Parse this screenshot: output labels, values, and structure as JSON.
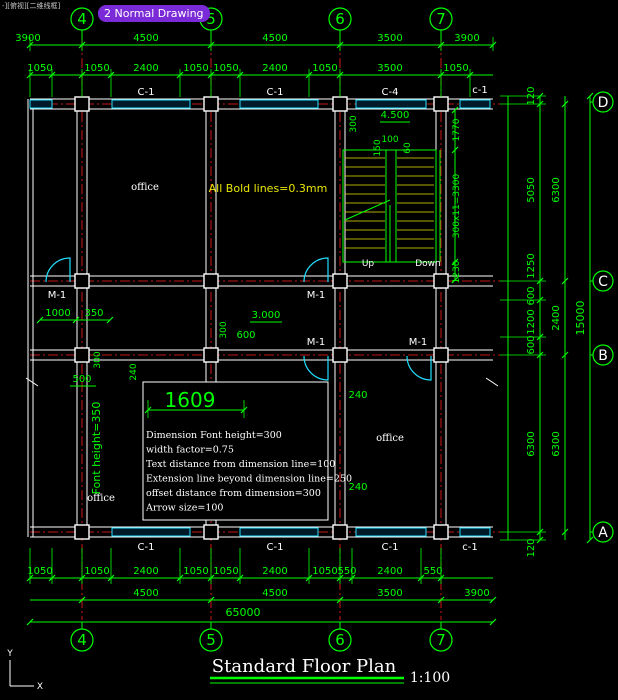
{
  "window": {
    "title": "-][俯视][二维线框]"
  },
  "tab": {
    "label": "2 Normal Drawing"
  },
  "colors": {
    "bg": "#000000",
    "green": "#00ff00",
    "yellow": "#e8e800",
    "white": "#ffffff",
    "red": "#ff2020",
    "cyan": "#20e0ff",
    "tab": "#7a2ad6"
  },
  "grid_axes": {
    "columns": [
      "4",
      "5",
      "6",
      "7"
    ],
    "rows": [
      "D",
      "C",
      "B",
      "A"
    ]
  },
  "dims": {
    "top_overall": [
      "3900",
      "4500",
      "4500",
      "3500",
      "3900"
    ],
    "top_detail": [
      "1050",
      "1050",
      "2400",
      "1050",
      "1050",
      "2400",
      "1050",
      "3500",
      "1050"
    ],
    "bottom_detail": [
      "1050",
      "1050",
      "2400",
      "1050",
      "1050",
      "2400",
      "1050",
      "550",
      "2400",
      "550"
    ],
    "bottom_overall": [
      "4500",
      "4500",
      "3500",
      "3900"
    ],
    "total": "65000",
    "right_outer": [
      "120",
      "5050",
      "1250",
      "600",
      "1200",
      "600",
      "6300",
      "120"
    ],
    "right_mid": [
      "6300",
      "2400",
      "6300"
    ],
    "right_total": "15000",
    "stair": [
      "1770",
      "300x11=3300",
      "1230"
    ],
    "misc": [
      "4.500",
      "300",
      "100",
      "150",
      "60",
      "1000",
      "350",
      "300",
      "600",
      "3.000",
      "500",
      "240",
      "240",
      "240",
      "300"
    ]
  },
  "labels": {
    "windows": [
      "C-1",
      "C-1",
      "C-4",
      "c-1",
      "C-1",
      "C-1",
      "C-1",
      "c-1"
    ],
    "doors": [
      "M-1",
      "M-1",
      "M-1",
      "M-1"
    ],
    "rooms": [
      "office",
      "office",
      "office"
    ],
    "bold_note": "All Bold lines=0.3mm",
    "stair_up": "Up",
    "stair_down": "Down",
    "font_height": "Font height=350"
  },
  "note_box": {
    "sample_dim": "1609",
    "lines": [
      "Dimension Font height=300",
      "width factor=0.75",
      "Text distance from dimension line=100",
      "Extension line beyond dimension line=250",
      "offset distance from dimension=300",
      "Arrow size=100"
    ]
  },
  "title": {
    "text": "Standard Floor Plan",
    "scale": "1:100"
  },
  "ucs": {
    "x": "X",
    "y": "Y"
  }
}
